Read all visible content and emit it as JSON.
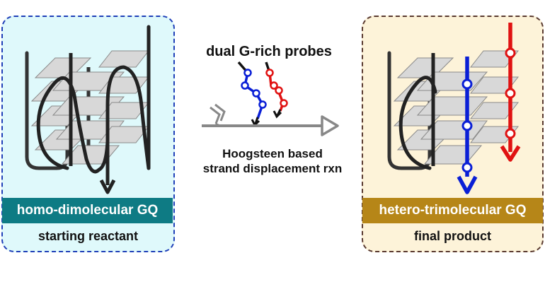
{
  "reaction": {
    "probes_title": "dual G-rich probes",
    "mechanism_line1": "Hoogsteen based",
    "mechanism_line2": "strand displacement rxn"
  },
  "reactant": {
    "label": "homo-dimolecular GQ",
    "caption": "starting reactant"
  },
  "product": {
    "label": "hetero-trimolecular GQ",
    "caption": "final product"
  },
  "colors": {
    "reactant_border": "#1f3fb8",
    "reactant_fill": "#dff9fb",
    "reactant_band": "#0e7b84",
    "product_border": "#5a3a30",
    "product_fill": "#fdf3d9",
    "product_band": "#b68618",
    "probe_blue": "#0a1fd6",
    "probe_red": "#e01212"
  }
}
